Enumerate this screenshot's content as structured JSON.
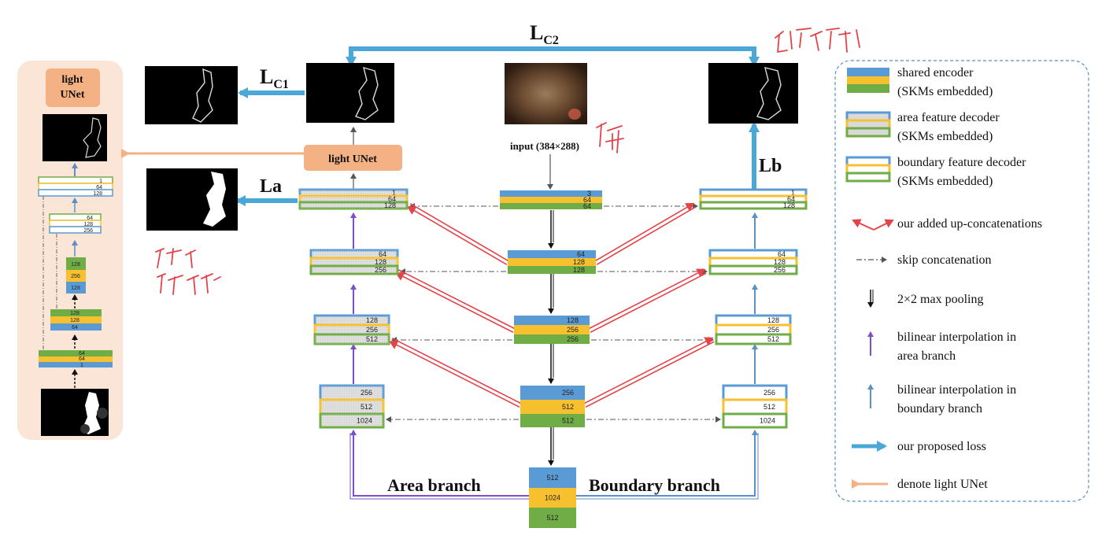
{
  "loss_labels": {
    "lc2": "L",
    "lc2_sub": "C2",
    "lc1": "L",
    "lc1_sub": "C1",
    "la": "La",
    "lb": "Lb"
  },
  "light_unet_box": "light UNet",
  "left_panel": {
    "title_line1": "light",
    "title_line2": "UNet",
    "blocks": [
      {
        "nums": [
          "1",
          "64",
          "128"
        ]
      },
      {
        "nums": [
          "64",
          "128",
          "256"
        ]
      },
      {
        "nums": [
          "128",
          "256",
          "128"
        ]
      },
      {
        "nums": [
          "128",
          "128",
          "64"
        ]
      },
      {
        "nums": [
          "64",
          "64",
          "1"
        ]
      }
    ]
  },
  "input_label": "input (384×288)",
  "encoder": [
    {
      "nums": [
        "3",
        "64",
        "64"
      ]
    },
    {
      "nums": [
        "64",
        "128",
        "128"
      ]
    },
    {
      "nums": [
        "128",
        "256",
        "256"
      ]
    },
    {
      "nums": [
        "256",
        "512",
        "512"
      ]
    },
    {
      "nums": [
        "512",
        "1024",
        "512"
      ]
    }
  ],
  "area_decoder": [
    {
      "nums": [
        "1",
        "64",
        "128"
      ]
    },
    {
      "nums": [
        "64",
        "128",
        "256"
      ]
    },
    {
      "nums": [
        "128",
        "256",
        "512"
      ]
    },
    {
      "nums": [
        "256",
        "512",
        "1024"
      ]
    }
  ],
  "boundary_decoder": [
    {
      "nums": [
        "1",
        "64",
        "128"
      ]
    },
    {
      "nums": [
        "64",
        "128",
        "256"
      ]
    },
    {
      "nums": [
        "128",
        "256",
        "512"
      ]
    },
    {
      "nums": [
        "256",
        "512",
        "1024"
      ]
    }
  ],
  "branch_labels": {
    "area": "Area branch",
    "boundary": "Boundary branch"
  },
  "legend": [
    {
      "line1": "shared encoder",
      "line2": "(SKMs embedded)"
    },
    {
      "line1": "area feature decoder",
      "line2": "(SKMs embedded)"
    },
    {
      "line1": "boundary feature decoder",
      "line2": "(SKMs embedded)"
    },
    {
      "line1": "our added up-concatenations",
      "line2": ""
    },
    {
      "line1": "skip concatenation",
      "line2": ""
    },
    {
      "line1": "2×2 max pooling",
      "line2": ""
    },
    {
      "line1": "bilinear interpolation in",
      "line2": "area branch"
    },
    {
      "line1": "bilinear interpolation in",
      "line2": "boundary branch"
    },
    {
      "line1": "our proposed loss",
      "line2": ""
    },
    {
      "line1": "denote light UNet",
      "line2": ""
    }
  ],
  "colors": {
    "blue": "#5b9bd5",
    "yellow": "#f6c02f",
    "green": "#70ad47",
    "loss": "#4aa8d8",
    "lightunet": "#f4b183",
    "red": "#e2444a",
    "purple": "#7b4fc9"
  }
}
